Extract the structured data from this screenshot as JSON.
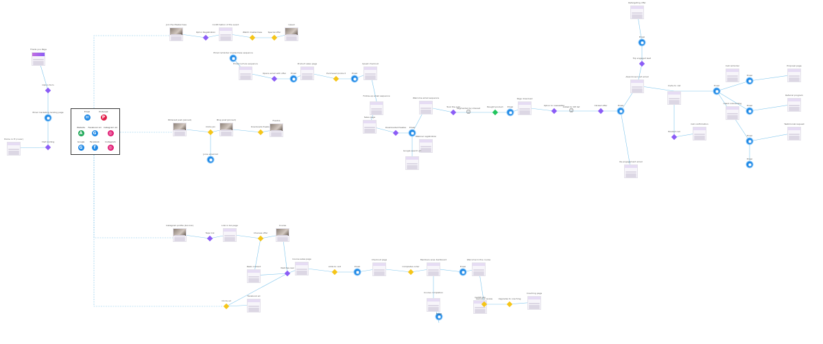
{
  "colors": {
    "edge": "#7cc4ec",
    "node": "#1e88e5",
    "decision_purple": "#8b5cf6",
    "decision_yellow": "#f5c518",
    "decision_green": "#22c55e",
    "accent": "#8b5cf6"
  },
  "hub": {
    "items": [
      {
        "label": "Email",
        "icon": "email-icon",
        "color": "#1e88e5",
        "glyph": "✉"
      },
      {
        "label": "Pinterest",
        "icon": "pinterest-icon",
        "color": "#e11d48",
        "glyph": "P"
      },
      {
        "label": "Website",
        "icon": "website-icon",
        "color": "#22a95a",
        "glyph": "A"
      },
      {
        "label": "Facebook Ad",
        "icon": "facebook-ad-icon",
        "color": "#1e88e5",
        "glyph": "G"
      },
      {
        "label": "Instagram Ad",
        "icon": "instagram-ad-icon",
        "color": "#e11d74",
        "glyph": "◎"
      },
      {
        "label": "Google",
        "icon": "google-icon",
        "color": "#1e88e5",
        "glyph": "G"
      },
      {
        "label": "Facebook",
        "icon": "facebook-icon",
        "color": "#1e88e5",
        "glyph": "f"
      },
      {
        "label": "Instagram",
        "icon": "instagram-icon",
        "color": "#e11d74",
        "glyph": "◎"
      }
    ]
  },
  "nodes": [
    {
      "id": "n1",
      "type": "page",
      "label": "Home in IT (cover)",
      "tone": "plain"
    },
    {
      "id": "n2",
      "type": "diamond",
      "label": "Visit landing",
      "color": "purple"
    },
    {
      "id": "n3",
      "type": "circle",
      "label": "Email marketing landing page"
    },
    {
      "id": "n4",
      "type": "diamond",
      "label": "Opt-in form",
      "color": "purple"
    },
    {
      "id": "n5",
      "type": "page",
      "label": "Thank-you Page",
      "tone": "purple"
    },
    {
      "id": "n6",
      "type": "page",
      "label": "Join the Masterclass",
      "tone": "photo"
    },
    {
      "id": "n7",
      "type": "diamond",
      "label": "Opt-in Registration",
      "color": "purple"
    },
    {
      "id": "n8",
      "type": "page",
      "label": "Confirmation of the event",
      "tone": "plain"
    },
    {
      "id": "n9",
      "type": "diamond",
      "label": "Watch masterclass",
      "color": "yellow"
    },
    {
      "id": "n10",
      "type": "diamond",
      "label": "Special offer",
      "color": "yellow"
    },
    {
      "id": "n11",
      "type": "page",
      "label": "Upsell",
      "tone": "photo"
    },
    {
      "id": "n12",
      "type": "circle",
      "label": "Email reminder masterclass sequence"
    },
    {
      "id": "n13",
      "type": "page",
      "label": "Email nurture sequence",
      "tone": "plain"
    },
    {
      "id": "n14",
      "type": "diamond",
      "label": "Opens email with offer",
      "color": "purple"
    },
    {
      "id": "n15",
      "type": "circle",
      "label": "Email"
    },
    {
      "id": "n16",
      "type": "page",
      "label": "Product sales page",
      "tone": "plain"
    },
    {
      "id": "n17",
      "type": "diamond",
      "label": "Purchased product",
      "color": "yellow"
    },
    {
      "id": "n18",
      "type": "circle",
      "label": "Email"
    },
    {
      "id": "n19",
      "type": "page",
      "label": "Upsell checkout",
      "tone": "plain"
    },
    {
      "id": "n20",
      "type": "page",
      "label": "Follow-up email sequence",
      "tone": "plain"
    },
    {
      "id": "n21",
      "type": "page",
      "label": "Sales page",
      "tone": "plain"
    },
    {
      "id": "n22",
      "type": "diamond",
      "label": "Downloaded freebie",
      "color": "purple"
    },
    {
      "id": "n23",
      "type": "circle",
      "label": "Email"
    },
    {
      "id": "n24",
      "type": "page",
      "label": "Welcome email sequence",
      "tone": "plain"
    },
    {
      "id": "n25",
      "type": "diamond",
      "label": "Took the quiz",
      "color": "purple"
    },
    {
      "id": "n26",
      "type": "person",
      "label": "Segmented by interest"
    },
    {
      "id": "n27",
      "type": "diamond",
      "label": "Bought product",
      "color": "green"
    },
    {
      "id": "n28",
      "type": "circle",
      "label": "Email"
    },
    {
      "id": "n29",
      "type": "page",
      "label": "Page download",
      "tone": "plain"
    },
    {
      "id": "n30",
      "type": "diamond",
      "label": "Opt-in to newsletter",
      "color": "purple"
    },
    {
      "id": "n31",
      "type": "person",
      "label": "Added to VIP list"
    },
    {
      "id": "n32",
      "type": "diamond",
      "label": "Clicked offer",
      "color": "purple"
    },
    {
      "id": "n33",
      "type": "circle",
      "label": "Email"
    },
    {
      "id": "n34",
      "type": "page",
      "label": "Abandoned cart email",
      "tone": "plain"
    },
    {
      "id": "n35",
      "type": "page",
      "label": "Retargeting offer",
      "tone": "plain"
    },
    {
      "id": "n36",
      "type": "diamond",
      "label": "Top engaged lead",
      "color": "purple"
    },
    {
      "id": "n37",
      "type": "circle",
      "label": "Email"
    },
    {
      "id": "n38",
      "type": "page",
      "label": "Invite to call",
      "tone": "plain"
    },
    {
      "id": "n39",
      "type": "page",
      "label": "Call confirmation",
      "tone": "plain"
    },
    {
      "id": "n40",
      "type": "diamond",
      "label": "Booked call",
      "color": "purple"
    },
    {
      "id": "n41",
      "type": "circle",
      "label": "Email"
    },
    {
      "id": "n42",
      "type": "page",
      "label": "Call reminder",
      "tone": "plain"
    },
    {
      "id": "n43",
      "type": "circle",
      "label": "Email"
    },
    {
      "id": "n44",
      "type": "page",
      "label": "Proposal page",
      "tone": "plain"
    },
    {
      "id": "n45",
      "type": "circle",
      "label": "Email"
    },
    {
      "id": "n46",
      "type": "page",
      "label": "Client onboarding",
      "tone": "plain"
    },
    {
      "id": "n47",
      "type": "circle",
      "label": "Email"
    },
    {
      "id": "n48",
      "type": "page",
      "label": "Testimonial request",
      "tone": "plain"
    },
    {
      "id": "n49",
      "type": "circle",
      "label": "Email"
    },
    {
      "id": "n50",
      "type": "page",
      "label": "Referral program",
      "tone": "plain"
    },
    {
      "id": "n51",
      "type": "page",
      "label": "Re-engagement email",
      "tone": "plain"
    },
    {
      "id": "n52",
      "type": "page",
      "label": "Pinterest post (pinned)",
      "tone": "photo"
    },
    {
      "id": "n53",
      "type": "diamond",
      "label": "Clicks pin",
      "color": "yellow"
    },
    {
      "id": "n54",
      "type": "page",
      "label": "Blog post (pinned)",
      "tone": "photo"
    },
    {
      "id": "n55",
      "type": "diamond",
      "label": "Downloads freebie",
      "color": "yellow"
    },
    {
      "id": "n56",
      "type": "page",
      "label": "Freebie",
      "tone": "photo"
    },
    {
      "id": "n57",
      "type": "circle",
      "label": "Joins email list"
    },
    {
      "id": "n58",
      "type": "page",
      "label": "Instagram profile (bio link)",
      "tone": "photo"
    },
    {
      "id": "n59",
      "type": "diamond",
      "label": "Taps link",
      "color": "purple"
    },
    {
      "id": "n60",
      "type": "page",
      "label": "Link in bio page",
      "tone": "plain"
    },
    {
      "id": "n61",
      "type": "diamond",
      "label": "Chooses offer",
      "color": "yellow"
    },
    {
      "id": "n62",
      "type": "page",
      "label": "Course",
      "tone": "photo"
    },
    {
      "id": "n63",
      "type": "page",
      "label": "Reels content",
      "tone": "plain"
    },
    {
      "id": "n64",
      "type": "diamond",
      "label": "Watches reel",
      "color": "purple"
    },
    {
      "id": "n65",
      "type": "page",
      "label": "Course sales page",
      "tone": "plain"
    },
    {
      "id": "n66",
      "type": "diamond",
      "label": "Adds to cart",
      "color": "yellow"
    },
    {
      "id": "n67",
      "type": "circle",
      "label": "Email"
    },
    {
      "id": "n68",
      "type": "page",
      "label": "Checkout page",
      "tone": "plain"
    },
    {
      "id": "n69",
      "type": "diamond",
      "label": "Completes order",
      "color": "yellow"
    },
    {
      "id": "n70",
      "type": "page",
      "label": "Members area dashboard",
      "tone": "plain"
    },
    {
      "id": "n71",
      "type": "circle",
      "label": "Email"
    },
    {
      "id": "n72",
      "type": "page",
      "label": "Welcome to the course",
      "tone": "plain"
    },
    {
      "id": "n73",
      "type": "page",
      "label": "Course completion",
      "tone": "plain"
    },
    {
      "id": "n74",
      "type": "circle",
      "label": "Email"
    },
    {
      "id": "n75",
      "type": "page",
      "label": "Certificate",
      "tone": "plain"
    },
    {
      "id": "n76",
      "type": "diamond",
      "label": "Leaves a review",
      "color": "yellow"
    },
    {
      "id": "n77",
      "type": "diamond",
      "label": "Upgrades to coaching",
      "color": "yellow"
    },
    {
      "id": "n78",
      "type": "page",
      "label": "Coaching page",
      "tone": "plain"
    },
    {
      "id": "n79",
      "type": "page",
      "label": "Facebook ad",
      "tone": "plain"
    },
    {
      "id": "n80",
      "type": "diamond",
      "label": "Clicks ad",
      "color": "yellow"
    },
    {
      "id": "n81",
      "type": "page",
      "label": "Webinar registration",
      "tone": "plain"
    },
    {
      "id": "n82",
      "type": "page",
      "label": "Google search ad",
      "tone": "plain"
    }
  ]
}
